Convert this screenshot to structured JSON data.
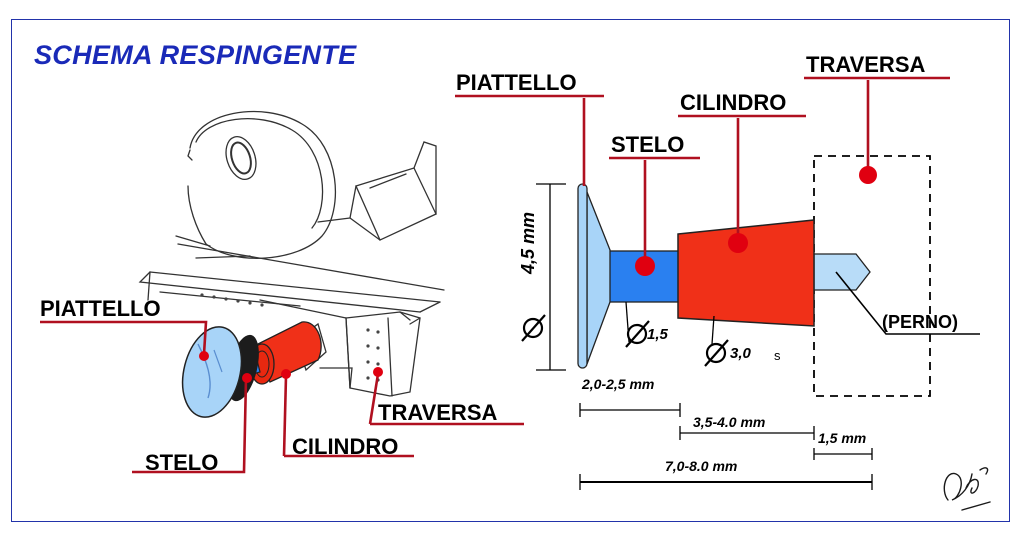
{
  "title": "SCHEMA RESPINGENTE",
  "sketch": {
    "label_piattello": "PIATTELLO",
    "label_stelo": "STELO",
    "label_cilindro": "CILINDRO",
    "label_traversa": "TRAVERSA"
  },
  "schematic": {
    "label_piattello": "PIATTELLO",
    "label_stelo": "STELO",
    "label_cilindro": "CILINDRO",
    "label_traversa": "TRAVERSA",
    "label_perno": "(PERNO)",
    "diameter_plate": "4,5 mm",
    "diameter_stem": "1,5",
    "diameter_cylinder": "3,0",
    "dim_plate_stem": "2,0-2,5 mm",
    "dim_cylinder": "3,5-4.0 mm",
    "dim_pin": "1,5 mm",
    "dim_total": "7,0-8.0 mm"
  },
  "colors": {
    "title": "#1a2ab8",
    "frame": "#2233aa",
    "leader": "#b01020",
    "marker": "#e00010",
    "cylinder": "#f03018",
    "stem": "#2a80f0",
    "plate": "#a8d4f8",
    "pin": "#b8dcf8"
  }
}
